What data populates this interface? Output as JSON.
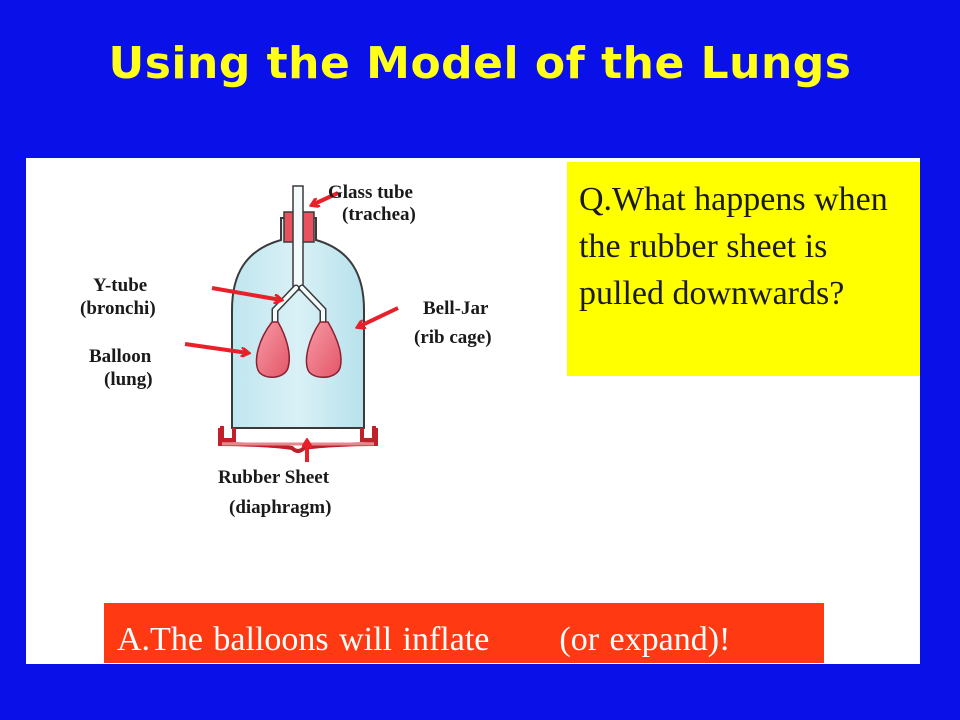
{
  "slide": {
    "title": "Using the Model of the Lungs"
  },
  "diagram": {
    "labels": {
      "glass_tube": "Glass tube",
      "trachea": "(trachea)",
      "y_tube": "Y-tube",
      "bronchi": "(bronchi)",
      "balloon": "Balloon",
      "lung": "(lung)",
      "bell_jar": "Bell-Jar",
      "rib_cage": "(rib cage)",
      "rubber_sheet": "Rubber Sheet",
      "diaphragm": "(diaphragm)"
    }
  },
  "question": {
    "text": "Q.What happens when the rubber sheet is pulled downwards?"
  },
  "answer": {
    "part1": "A.The balloons will inflate",
    "part2": "(or expand)!"
  },
  "colors": {
    "background": "#0a10e8",
    "title": "#ffff1a",
    "question_bg": "#ffff00",
    "answer_bg": "#ff3a12",
    "arrow": "#e8202a"
  }
}
